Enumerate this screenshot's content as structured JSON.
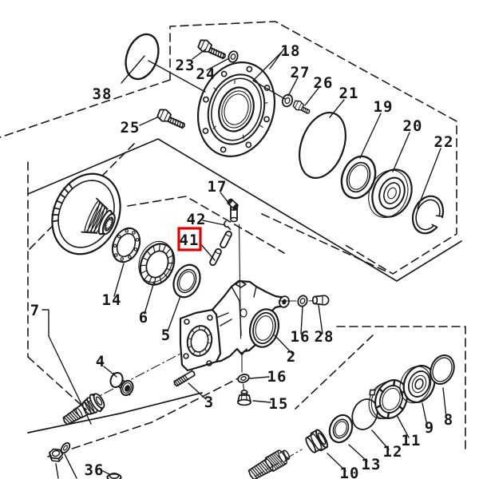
{
  "diagram": {
    "kind": "exploded-parts-diagram",
    "background_color": "#ffffff",
    "line_color": "#1a1a1a",
    "highlight_color": "#e60000",
    "highlighted_part": "41"
  },
  "labels": {
    "p38": "38",
    "p23": "23",
    "p24": "24",
    "p25": "25",
    "p18": "18",
    "p27": "27",
    "p26": "26",
    "p21": "21",
    "p19": "19",
    "p20": "20",
    "p22": "22",
    "p7": "7",
    "p14": "14",
    "p6": "6",
    "p5": "5",
    "p17": "17",
    "p42": "42",
    "p41": "41",
    "p2": "2",
    "p16a": "16",
    "p28": "28",
    "p16b": "16",
    "p15": "15",
    "p4": "4",
    "p3": "3",
    "p36": "36",
    "p10": "10",
    "p13": "13",
    "p12": "12",
    "p11": "11",
    "p9": "9",
    "p8": "8"
  }
}
